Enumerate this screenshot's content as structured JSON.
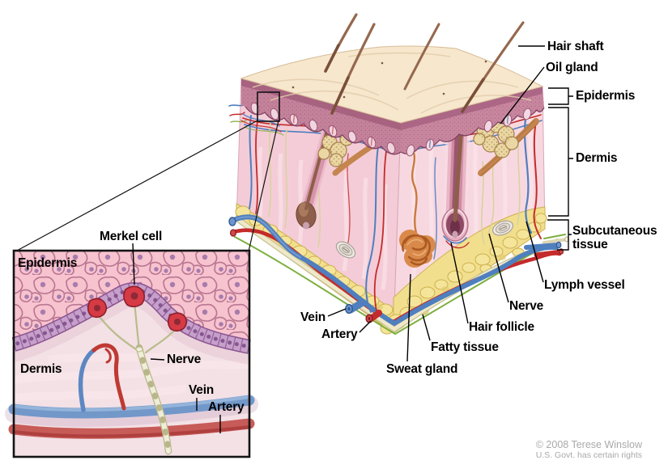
{
  "diagram": {
    "main": {
      "labels": {
        "hair_shaft": "Hair shaft",
        "oil_gland": "Oil gland",
        "epidermis": "Epidermis",
        "dermis": "Dermis",
        "subcutaneous": "Subcutaneous\ntissue",
        "lymph_vessel": "Lymph vessel",
        "nerve": "Nerve",
        "hair_follicle": "Hair follicle",
        "fatty_tissue": "Fatty tissue",
        "sweat_gland": "Sweat gland",
        "artery": "Artery",
        "vein": "Vein"
      }
    },
    "inset": {
      "labels": {
        "merkel_cell": "Merkel cell",
        "epidermis": "Epidermis",
        "dermis": "Dermis",
        "nerve": "Nerve",
        "vein": "Vein",
        "artery": "Artery"
      }
    },
    "credit": {
      "line1": "© 2008 Terese Winslow",
      "line2": "U.S. Govt. has certain rights"
    },
    "colors": {
      "label_text": "#000000",
      "credit_text": "#a9a9a9",
      "skin_surface": "#f6e7cd",
      "epidermis_band": "#c5829b",
      "dermis_left_face": "#f4ccd7",
      "dermis_right_face": "#f8d8e0",
      "fatty_tissue": "#f2df8e",
      "hair": "#8d5f4a",
      "artery": "#c42b2b",
      "vein": "#4f7fbe",
      "nerve_fiber": "#e9e3b9",
      "lymph": "#7daf3f",
      "sweat_gland": "#d07a3c",
      "merkel_cell": "#d63a45"
    }
  }
}
